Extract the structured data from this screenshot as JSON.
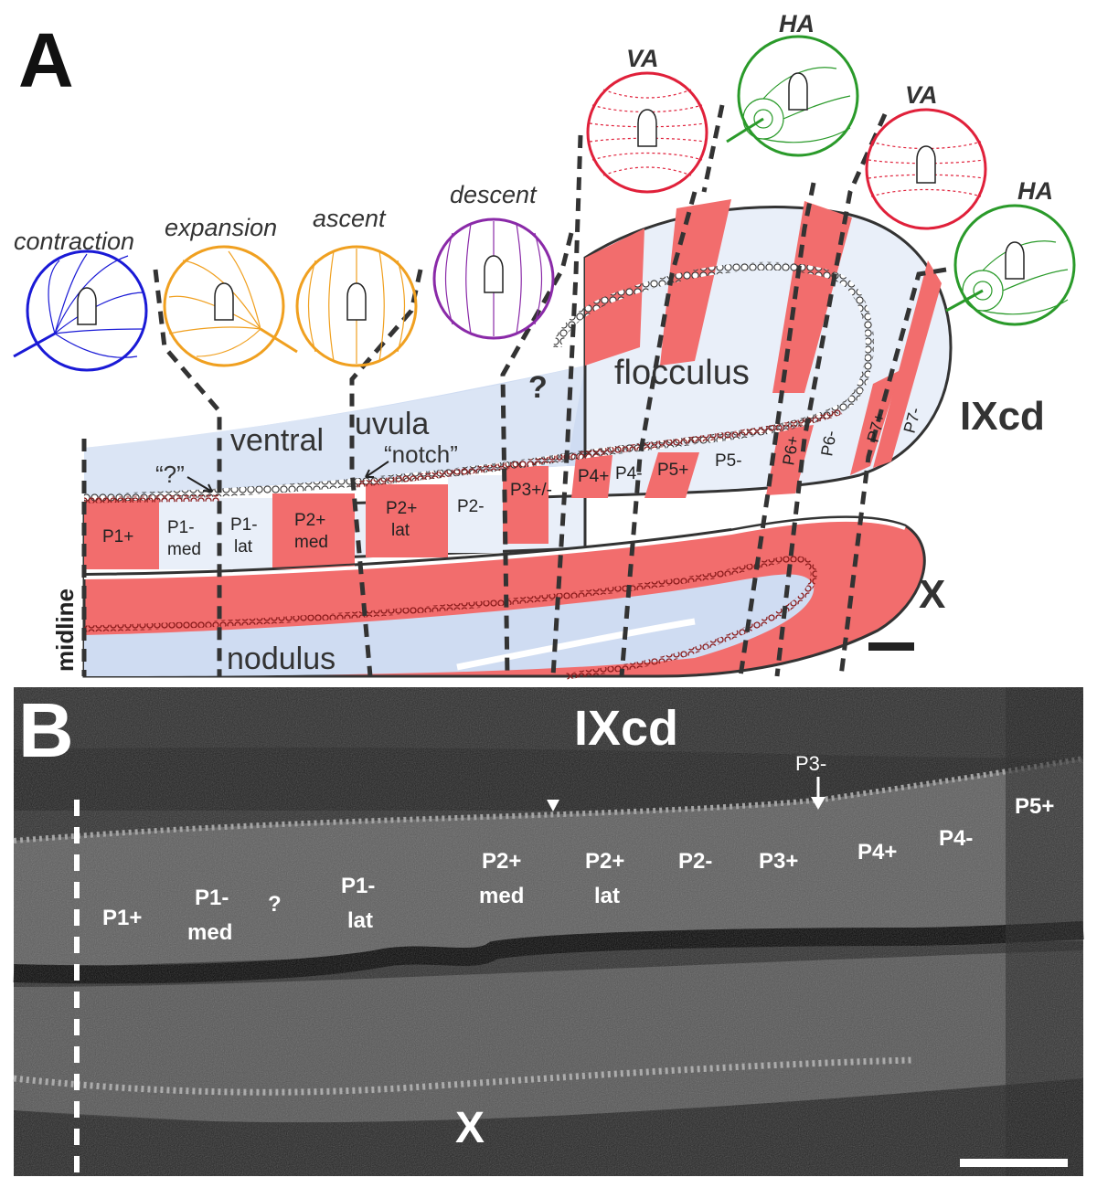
{
  "panel_a": {
    "letter": "A",
    "stimuli": {
      "contraction": "contraction",
      "expansion": "expansion",
      "ascent": "ascent",
      "descent": "descent",
      "va1": "VA",
      "ha1": "HA",
      "va2": "VA",
      "ha2": "HA"
    },
    "regions": {
      "ventral": "ventral",
      "uvula": "uvula",
      "flocculus": "flocculus",
      "nodulus": "nodulus",
      "ixcd": "IXcd",
      "x": "X",
      "midline": "midline",
      "question": "?",
      "quoted_question": "“?”",
      "notch": "“notch”"
    },
    "zones": {
      "p1plus": "P1+",
      "p1minus_med_a": "P1-",
      "p1minus_med_b": "med",
      "p1minus_lat_a": "P1-",
      "p1minus_lat_b": "lat",
      "p2plus_med_a": "P2+",
      "p2plus_med_b": "med",
      "p2plus_lat_a": "P2+",
      "p2plus_lat_b": "lat",
      "p2minus": "P2-",
      "p3pm": "P3+/-",
      "p4plus": "P4+",
      "p4minus": "P4-",
      "p5plus": "P5+",
      "p5minus": "P5-",
      "p6plus": "P6+",
      "p6minus": "P6-",
      "p7plus": "P7+",
      "p7minus": "P7-"
    }
  },
  "panel_b": {
    "letter": "B",
    "ixcd": "IXcd",
    "x": "X",
    "p3minus": "P3-",
    "labels": {
      "p1plus": "P1+",
      "p1med_a": "P1-",
      "p1med_b": "med",
      "q": "?",
      "p1lat_a": "P1-",
      "p1lat_b": "lat",
      "p2med_a": "P2+",
      "p2med_b": "med",
      "p2lat_a": "P2+",
      "p2lat_b": "lat",
      "p2minus": "P2-",
      "p3plus": "P3+",
      "p4plus": "P4+",
      "p4minus": "P4-",
      "p5plus": "P5+"
    }
  },
  "colors": {
    "pink_zone": "#f26d6d",
    "pale_blue": "#cfdcf2",
    "pale_zone": "#e9eff9",
    "contraction": "#1a1ad6",
    "expansion": "#f0a020",
    "ascent": "#f0a020",
    "descent": "#8a2aa8",
    "va": "#e0203a",
    "ha": "#2a9a2a"
  }
}
